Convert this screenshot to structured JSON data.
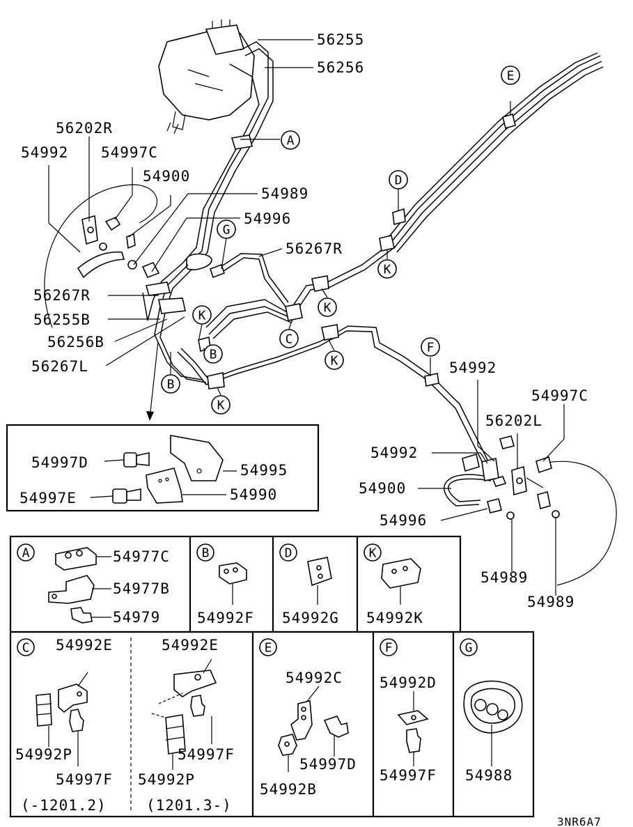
{
  "callouts": {
    "p56255": "56255",
    "p56256": "56256",
    "p56202R": "56202R",
    "p54992_l": "54992",
    "p54997C_l": "54997C",
    "p54900_l": "54900",
    "p54989_top": "54989",
    "p54996_top": "54996",
    "p56267R_mid": "56267R",
    "p56267R_left": "56267R",
    "p56255B": "56255B",
    "p56256B": "56256B",
    "p56267L": "56267L",
    "p54992_r": "54992",
    "p54997C_r": "54997C",
    "p56202L": "56202L",
    "p54992_r2": "54992",
    "p54900_r": "54900",
    "p54996_r": "54996",
    "p54989_r1": "54989",
    "p54989_r2": "54989"
  },
  "letters": [
    "A",
    "B",
    "C",
    "D",
    "E",
    "F",
    "G",
    "K"
  ],
  "detail": {
    "p54997D": "54997D",
    "p54995": "54995",
    "p54997E": "54997E",
    "p54990": "54990"
  },
  "panels": {
    "A": {
      "letter": "A",
      "parts": [
        "54977C",
        "54977B",
        "54979"
      ]
    },
    "B": {
      "letter": "B",
      "parts": [
        "54992F"
      ]
    },
    "D": {
      "letter": "D",
      "parts": [
        "54992G"
      ]
    },
    "K": {
      "letter": "K",
      "parts": [
        "54992K"
      ]
    },
    "C": {
      "letter": "C",
      "left": {
        "parts": [
          "54992E",
          "54992P",
          "54997F"
        ],
        "range": "(-1201.2)"
      },
      "right": {
        "parts": [
          "54992E",
          "54997F",
          "54992P"
        ],
        "range": "(1201.3-)"
      }
    },
    "E": {
      "letter": "E",
      "parts": [
        "54992C",
        "54997D",
        "54992B"
      ]
    },
    "F": {
      "letter": "F",
      "parts": [
        "54992D",
        "54997F"
      ]
    },
    "G": {
      "letter": "G",
      "parts": [
        "54988"
      ]
    }
  },
  "drawing_code": "3NR6A7"
}
